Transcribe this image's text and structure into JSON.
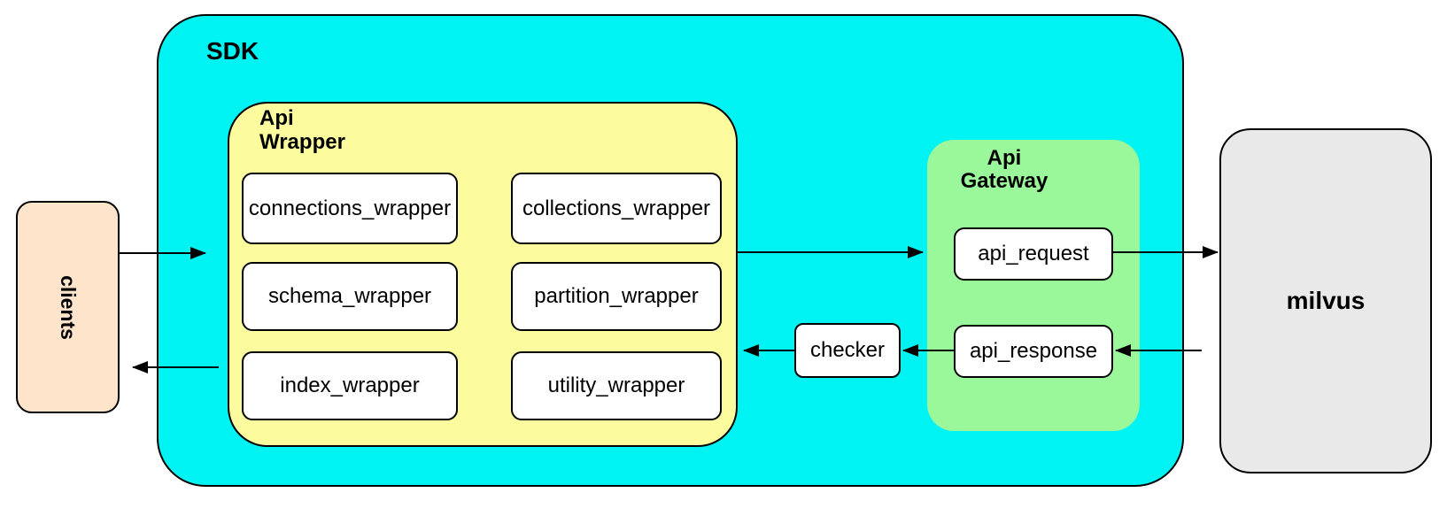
{
  "diagram": {
    "clients": {
      "label": "clients"
    },
    "sdk": {
      "label": "SDK",
      "api_wrapper": {
        "label_line1": "Api",
        "label_line2": "Wrapper",
        "modules": [
          "connections_wrapper",
          "collections_wrapper",
          "schema_wrapper",
          "partition_wrapper",
          "index_wrapper",
          "utility_wrapper"
        ]
      },
      "checker": {
        "label": "checker"
      },
      "api_gateway": {
        "label_line1": "Api",
        "label_line2": "Gateway",
        "request_label": "api_request",
        "response_label": "api_response"
      }
    },
    "milvus": {
      "label": "milvus"
    },
    "colors": {
      "sdk_fill": "#00F3F3",
      "api_wrapper_fill": "#FCFC9E",
      "api_gateway_fill": "#9AF79A",
      "clients_fill": "#FFE4CC",
      "milvus_fill": "#E9E9E9",
      "node_fill": "#FFFFFF",
      "stroke": "#000000"
    },
    "arrows": [
      {
        "name": "clients-to-sdk",
        "from": "clients",
        "to": "sdk"
      },
      {
        "name": "api-wrapper-to-api-gateway",
        "from": "api_wrapper",
        "to": "api_gateway"
      },
      {
        "name": "api-request-to-milvus",
        "from": "api_request",
        "to": "milvus"
      },
      {
        "name": "milvus-to-api-response",
        "from": "milvus",
        "to": "api_response"
      },
      {
        "name": "api-response-to-checker",
        "from": "api_response",
        "to": "checker"
      },
      {
        "name": "checker-to-api-wrapper",
        "from": "checker",
        "to": "api_wrapper"
      },
      {
        "name": "sdk-to-clients",
        "from": "sdk",
        "to": "clients"
      }
    ]
  }
}
